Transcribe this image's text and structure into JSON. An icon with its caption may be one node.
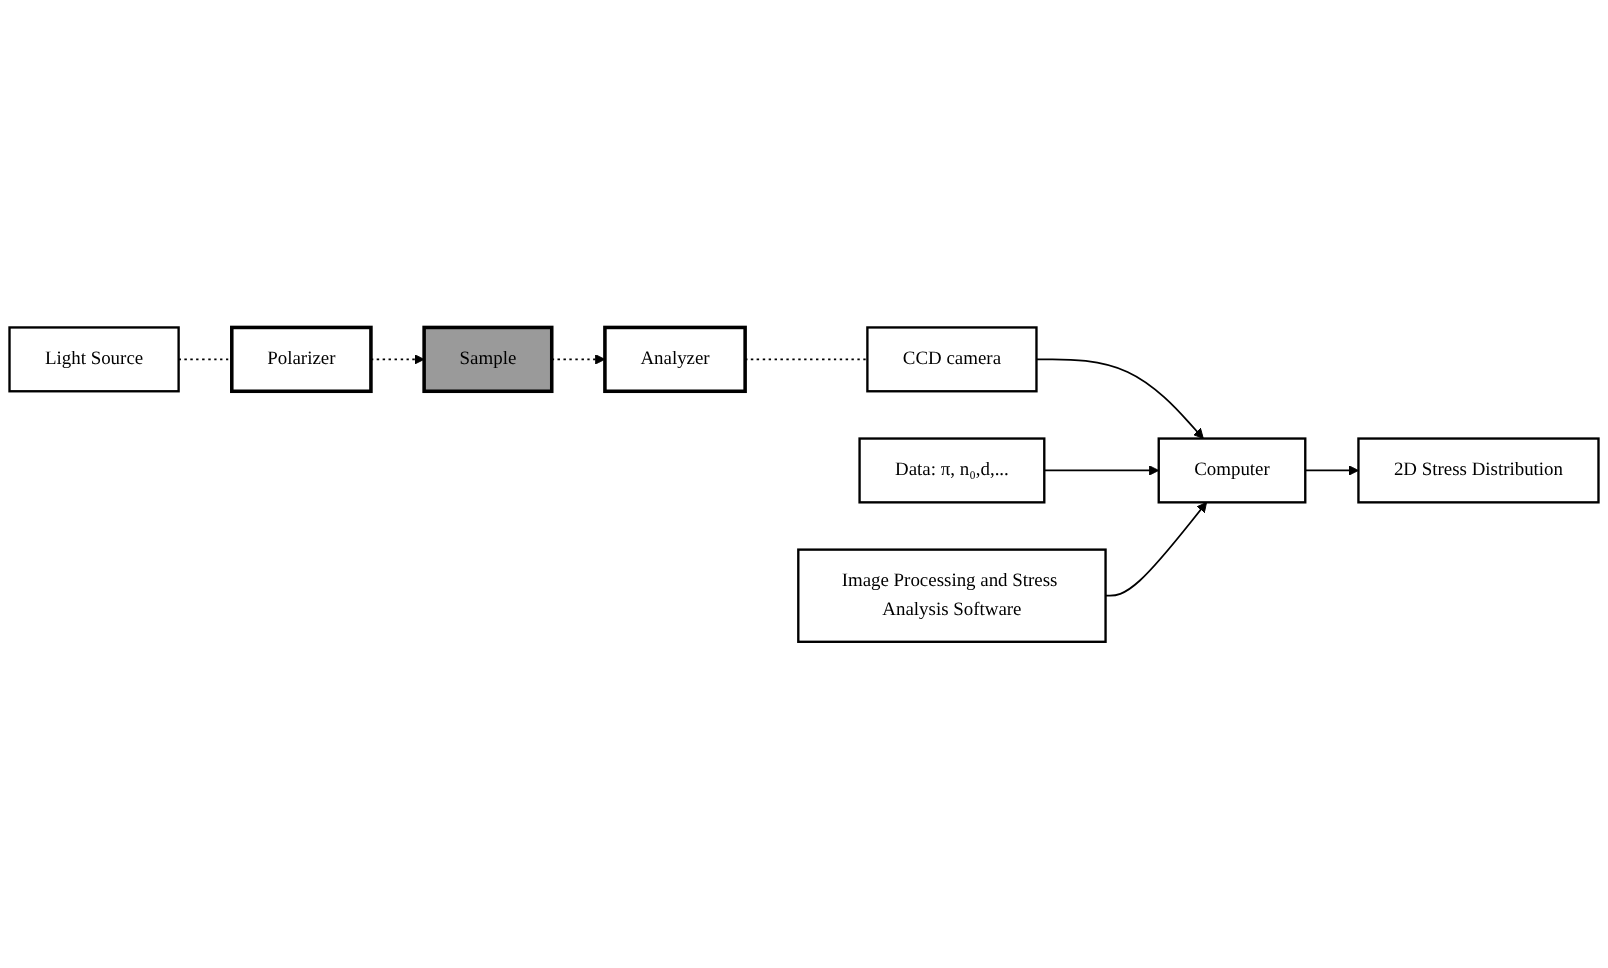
{
  "diagram": {
    "nodes": [
      {
        "text": [
          "Light Source"
        ]
      },
      {
        "text": [
          "Polarizer"
        ]
      },
      {
        "text": [
          "Sample"
        ]
      },
      {
        "text": [
          "Analyzer"
        ]
      },
      {
        "text": [
          "CCD camera"
        ]
      },
      {
        "text": [
          "Data: π, n₀,d,..."
        ]
      },
      {
        "text": [
          "Computer"
        ]
      },
      {
        "text": [
          "Image Processing and Stress Analysis Software"
        ]
      },
      {
        "text": [
          "2D Stress Distribution"
        ]
      }
    ],
    "edges": [
      {
        "from": 0,
        "to": 1,
        "arrow": "none",
        "style": "dashed"
      },
      {
        "from": 1,
        "to": 2,
        "arrow": "to",
        "style": "dashed"
      },
      {
        "from": 2,
        "to": 3,
        "arrow": "to",
        "style": "dashed"
      },
      {
        "from": 3,
        "to": 4,
        "arrow": "none",
        "style": "dashed"
      },
      {
        "from": 4,
        "to": 6,
        "arrow": "to"
      },
      {
        "from": 5,
        "to": 6,
        "arrow": "to"
      },
      {
        "from": 7,
        "to": 6,
        "arrow": "to"
      },
      {
        "from": 6,
        "to": 8,
        "arrow": "to"
      }
    ]
  }
}
